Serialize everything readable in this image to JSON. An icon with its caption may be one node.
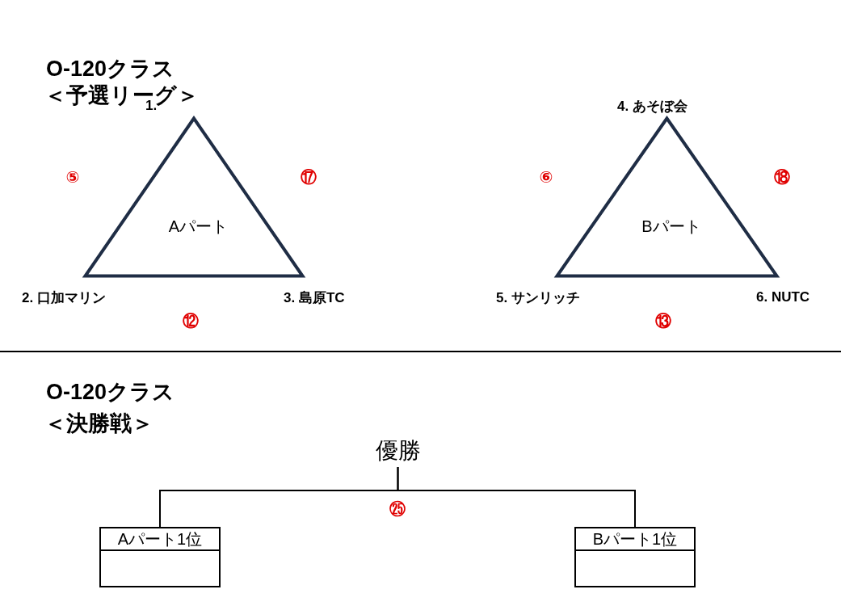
{
  "diagram": {
    "nodes": [
      {
        "text": [
          "Aパート"
        ]
      },
      {
        "text": [
          "Bパート"
        ]
      },
      {
        "text": [
          "優勝"
        ]
      },
      {
        "text": [
          "Aパート1位"
        ]
      },
      {
        "text": [
          "Bパート1位"
        ]
      }
    ],
    "edges": [
      {
        "from": 2,
        "to": 3,
        "arrow": "none"
      },
      {
        "from": 2,
        "to": 4,
        "arrow": "none"
      }
    ],
    "labels": [
      "O-120クラス",
      "＜予選リーグ＞",
      "1.",
      "4. あそぼ会",
      "⑤",
      "⑰",
      "⑥",
      "⑱",
      "2. 口加マリン",
      "3. 島原TC",
      "5. サンリッチ",
      "6. NUTC",
      "⑫",
      "⑬",
      "O-120クラス",
      "＜決勝戦＞",
      "㉕"
    ]
  }
}
